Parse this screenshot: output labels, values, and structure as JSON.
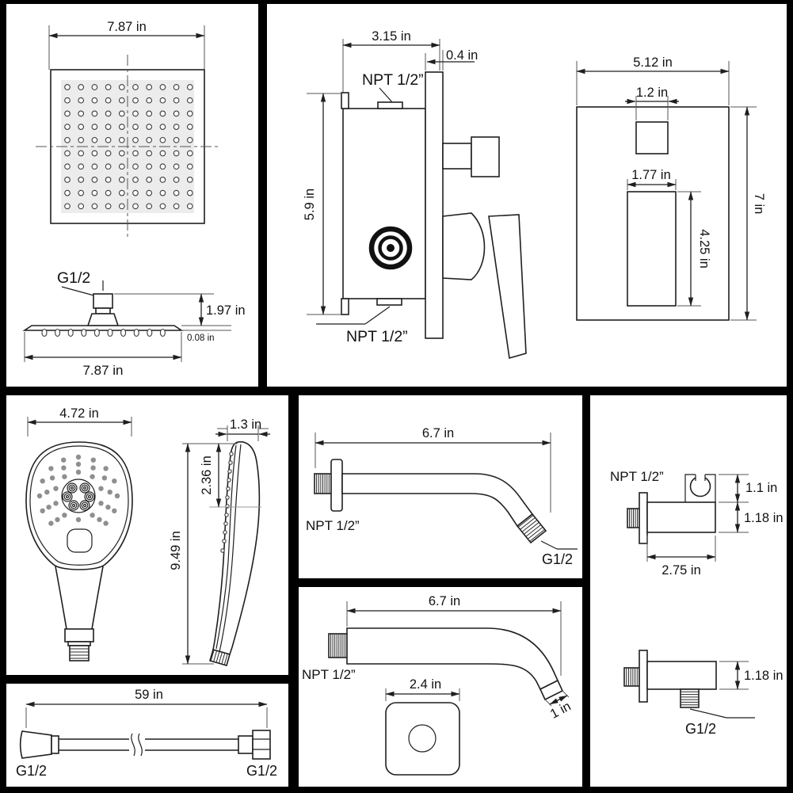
{
  "rain_head": {
    "front_width": "7.87 in",
    "thread": "G1/2",
    "stem_height": "1.97 in",
    "panel_thickness": "0.08 in",
    "side_width": "7.87 in"
  },
  "valve": {
    "depth": "3.15 in",
    "plate_thickness": "0.4 in",
    "thread_top": "NPT 1/2”",
    "height": "5.9 in",
    "thread_bottom": "NPT 1/2”"
  },
  "trim_plate": {
    "width": "5.12 in",
    "square_cutout": "1.2 in",
    "slot_width": "1.77 in",
    "slot_height": "4.25 in",
    "height": "7 in"
  },
  "hand_shower": {
    "width": "4.72 in",
    "side_width": "1.3 in",
    "face_height": "2.36 in",
    "height": "9.49 in"
  },
  "shower_arm": {
    "length": "6.7 in",
    "thread_wall": "NPT 1/2”",
    "thread_outlet": "G1/2"
  },
  "holder": {
    "thread": "NPT 1/2”",
    "clip_height": "1.1 in",
    "body_height": "1.18 in",
    "length": "2.75 in"
  },
  "spout": {
    "length": "6.7 in",
    "thread_wall": "NPT 1/2”",
    "tip_length": "1 in",
    "flange_width": "2.4 in"
  },
  "elbow": {
    "body_height": "1.18 in",
    "thread": "G1/2"
  },
  "hose": {
    "length": "59 in",
    "thread_left": "G1/2",
    "thread_right": "G1/2"
  },
  "colors": {
    "line": "#1f1f1f",
    "divider": "#000000",
    "background": "#ffffff",
    "dot_fill": "#8f8f8f",
    "face_fill": "#ececec"
  }
}
